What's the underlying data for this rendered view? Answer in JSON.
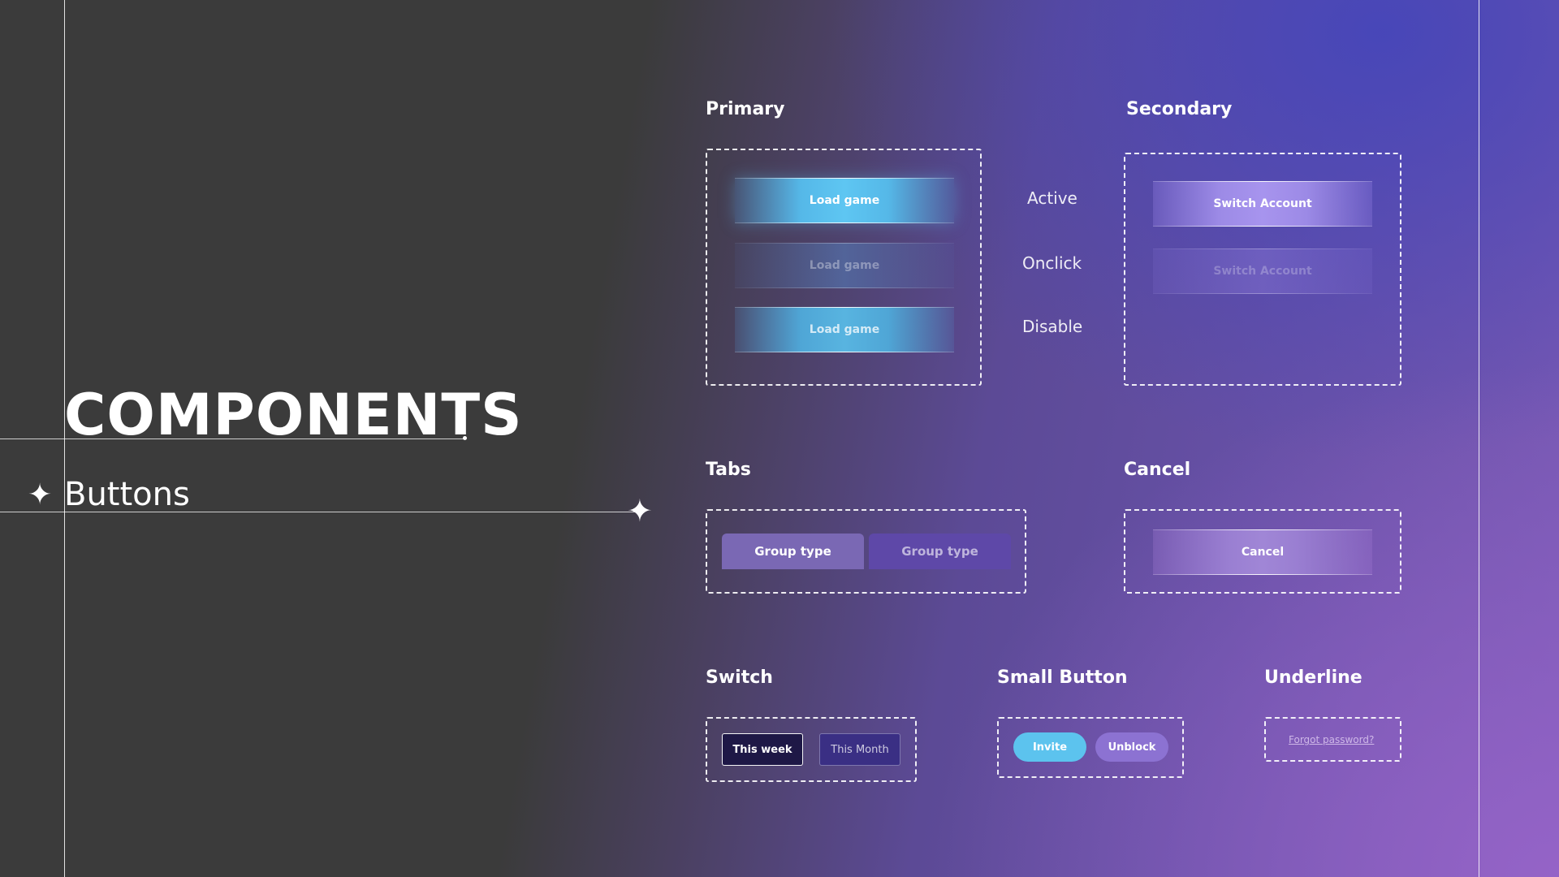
{
  "heading": {
    "title": "COMPONENTS",
    "subtitle": "Buttons"
  },
  "primary": {
    "title": "Primary",
    "button_label": "Load game",
    "states": [
      "Active",
      "Onclick",
      "Disable"
    ]
  },
  "secondary": {
    "title": "Secondary",
    "button_label": "Switch Account"
  },
  "tabs": {
    "title": "Tabs",
    "items": [
      "Group type",
      "Group type"
    ]
  },
  "cancel": {
    "title": "Cancel",
    "button_label": "Cancel"
  },
  "switch": {
    "title": "Switch",
    "options": [
      "This week",
      "This Month"
    ]
  },
  "small_button": {
    "title": "Small Button",
    "invite_label": "Invite",
    "unblock_label": "Unblock"
  },
  "underline": {
    "title": "Underline",
    "link_label": "Forgot password?"
  },
  "colors": {
    "accent_blue": "#5ec6f2",
    "accent_purple": "#9c8ae6",
    "background_dark": "#3b3b3b"
  }
}
